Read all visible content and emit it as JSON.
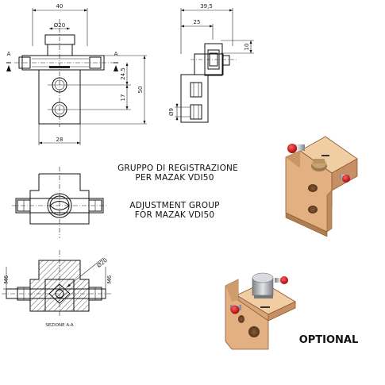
{
  "front_view": {
    "dim_width": "40",
    "dim_bore": "Ø20",
    "dim_height": "50",
    "dim_upper": "24.5",
    "dim_lower": "17",
    "dim_base": "28",
    "section_mark": "A"
  },
  "side_view": {
    "dim_total": "39,5",
    "dim_partial": "25",
    "dim_right": "10",
    "dim_hole": "Ø9"
  },
  "bottom_left": {
    "dim_thread_left": "M6",
    "dim_thread_right": "M6",
    "dim_bore": "Ø20",
    "section_label": "SEZIONE A-A"
  },
  "titles": {
    "it_line1": "GRUPPO DI REGISTRAZIONE",
    "it_line2": "PER MAZAK VDI50",
    "en_line1": "ADJUSTMENT GROUP",
    "en_line2": "FOR MAZAK VDI50"
  },
  "optional_label": "OPTIONAL",
  "colors": {
    "block": "#e6b98c",
    "block_dark": "#b98457",
    "red_knob": "#d21414",
    "steel": "#b9bcc0"
  }
}
